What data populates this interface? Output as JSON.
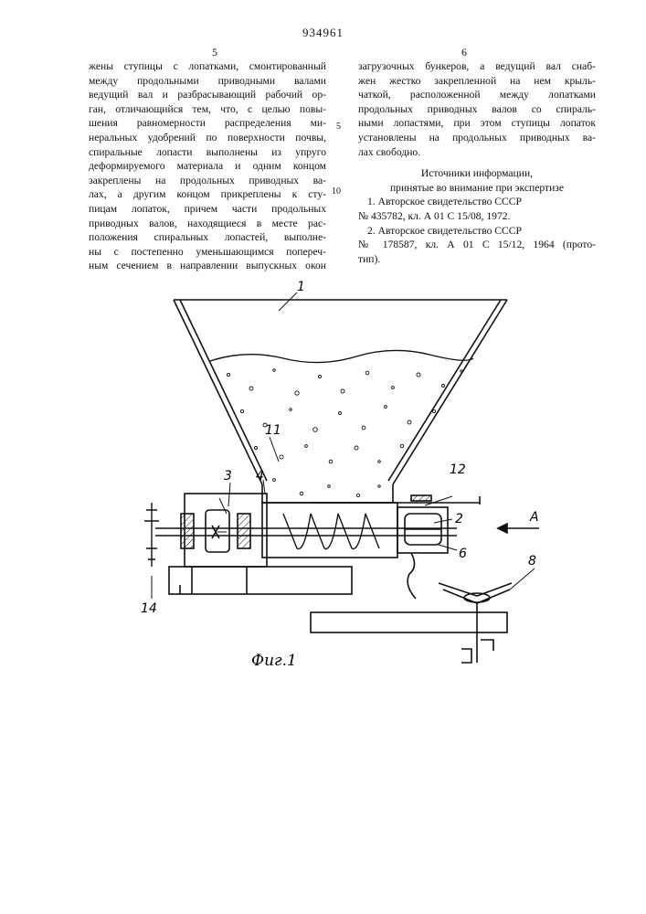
{
  "header": {
    "patent_number": "934961",
    "column_left": "5",
    "column_right": "6"
  },
  "left_column": [
    "жены ступицы с лопатками, смонтированный",
    "между продольными приводными валами",
    "ведущий вал и разбрасывающий рабочий ор-",
    "ган, отличающийся тем, что, с целью повы-",
    "шения равномерности распределения ми-",
    "неральных удобрений по поверхности почвы,",
    "спиральные лопасти выполнены из упруго",
    "деформируемого материала и одним концом",
    "закреплены на продольных приводных ва-",
    "лах, а другим концом прикреплены к сту-",
    "пицам лопаток, причем части продольных",
    "приводных валов, находящиеся в месте рас-",
    "положения спиральных лопастей, выполне-",
    "ны с постепенно уменьшающимся попереч-",
    "ным сечением в направлении выпускных окон"
  ],
  "right_column": [
    "загрузочных бункеров, а ведущий вал снаб-",
    "жен жестко закрепленной на нем крыль-",
    "чаткой, расположенной между лопатками",
    "продольных приводных валов со спираль-",
    "ными лопастями, при этом ступицы лопаток",
    "установлены на продольных приводных ва-",
    "лах свободно."
  ],
  "sources": {
    "heading_line1": "Источники информации,",
    "heading_line2": "принятые во внимание при экспертизе",
    "ref1_line1": "1. Авторское свидетельство СССР",
    "ref1_line2": "№ 435782, кл. А 01 С 15/08, 1972.",
    "ref2_line1": "2. Авторское свидетельство СССР",
    "ref2_line2": "№ 178587, кл. А 01 С 15/12, 1964 (прото-",
    "ref2_line3": "тип)."
  },
  "line_numbers": {
    "five": "5",
    "ten": "10"
  },
  "figure": {
    "caption": "Фиг.1",
    "labels": {
      "l1": "1",
      "l2": "2",
      "l3": "3",
      "l4": "4",
      "l6": "6",
      "l8": "8",
      "l11": "11",
      "l12": "12",
      "l14": "14",
      "arrow": "А"
    }
  }
}
